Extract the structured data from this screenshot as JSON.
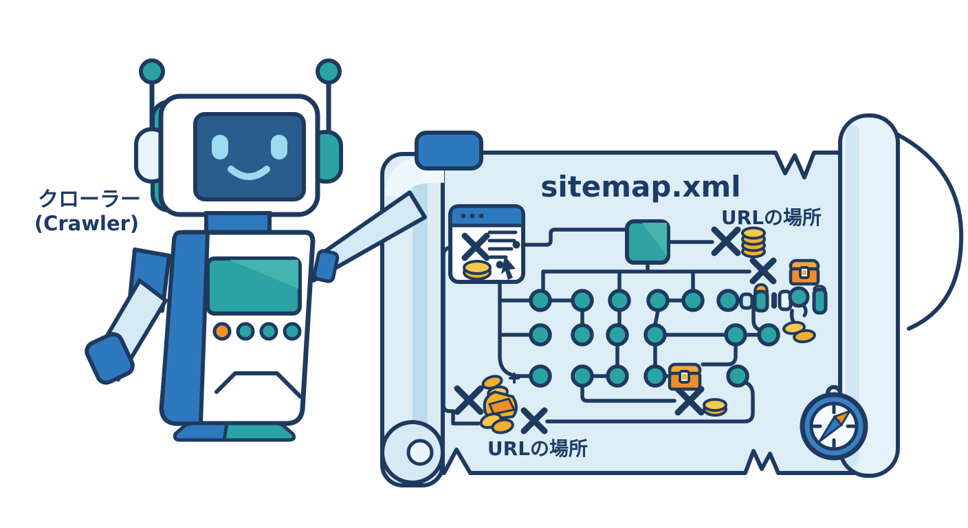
{
  "illustration": {
    "robot_label": {
      "line1": "クローラー",
      "line2": "(Crawler)"
    },
    "map": {
      "title": "sitemap.xml",
      "url_location_label_top": "URLの場所",
      "url_location_label_bottom": "URLの場所"
    },
    "colors": {
      "background": "#ffffff",
      "outline_navy": "#1e3a5f",
      "text_navy": "#1d3b66",
      "map_fill": "#ddedf6",
      "map_roll_fill": "#e6f2f9",
      "map_roll_shade": "#c2e0ee",
      "teal_node": "#2ba3a4",
      "blue": "#2e79bd",
      "light_blue_arm": "#d3eaf5",
      "face_blue": "#2b5c8e",
      "eye_light_blue": "#9adcee",
      "coin_gold": "#f2b02e",
      "coin_gold_light": "#f7c94a",
      "chest_orange": "#ef8e2a",
      "chest_lid_orange": "#f5a736",
      "compass_blue": "#3a7fc1",
      "button_orange": "#f0922b"
    },
    "icons": [
      "robot-crawler",
      "scroll-map",
      "map-clip",
      "browser-window-icon",
      "x-mark-icon",
      "coin-stack-icon",
      "coin-icon",
      "coin-pouch-icon",
      "treasure-chest-icon",
      "cursor-arrow-icon",
      "site-node",
      "root-node",
      "marker-cylinders",
      "compass-icon"
    ]
  }
}
